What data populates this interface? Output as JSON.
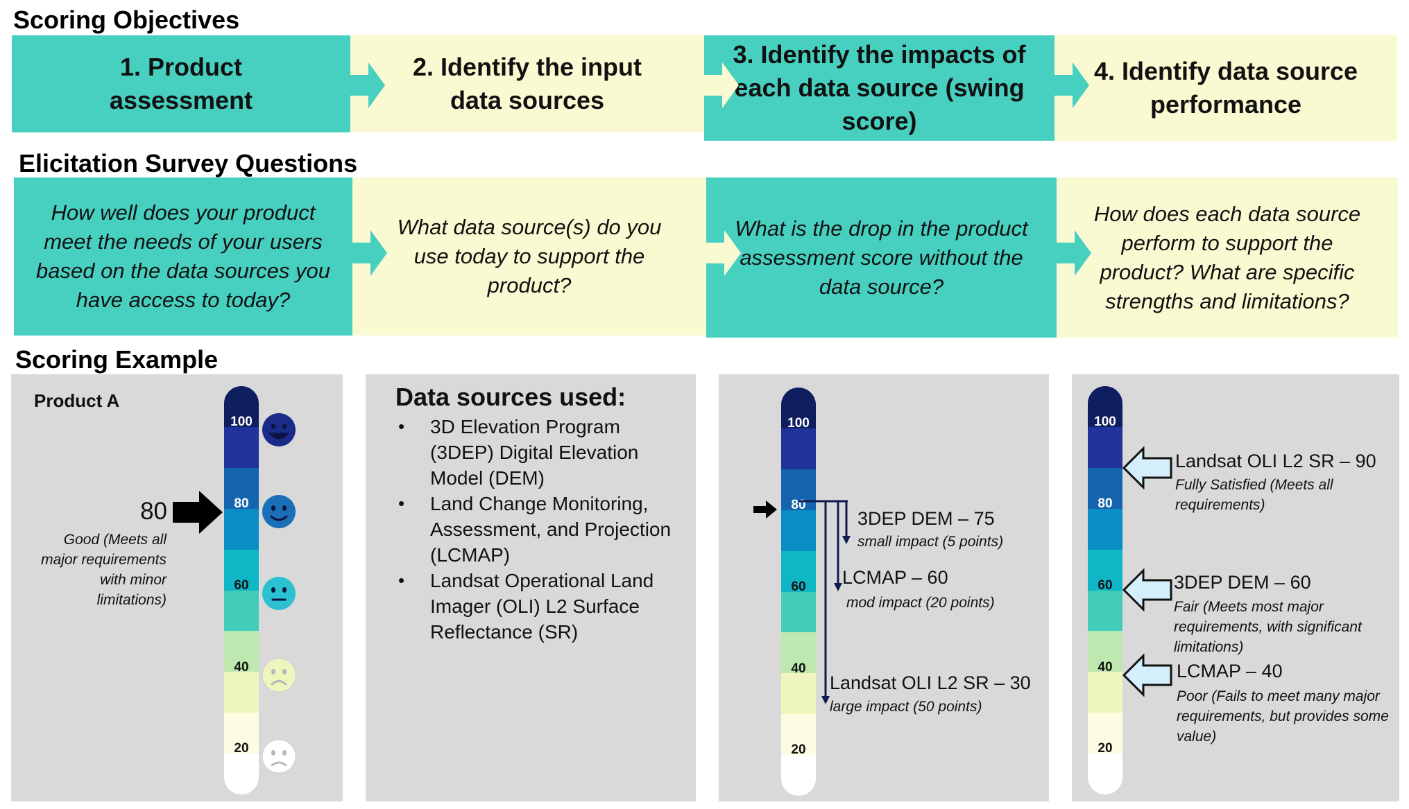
{
  "sections": {
    "objectives_title": "Scoring Objectives",
    "questions_title": "Elicitation Survey Questions",
    "example_title": "Scoring Example"
  },
  "objectives": [
    "1. Product assessment",
    "2. Identify the input data sources",
    "3. Identify the impacts of each data source (swing score)",
    "4. Identify data source performance"
  ],
  "questions": [
    "How well does your product meet the needs of your users based on the data sources you have access to today?",
    "What data source(s) do you use today to support the product?",
    "What is the drop in the product assessment score without the data source?",
    "How does each data source perform to support the product? What are specific strengths and limitations?"
  ],
  "scale": {
    "ticks": [
      "100",
      "80",
      "60",
      "40",
      "20"
    ],
    "colors": [
      "#0e1e5e",
      "#1f339a",
      "#1565ae",
      "#0a8cc4",
      "#0fb6c6",
      "#42cdb8",
      "#bde8b0",
      "#eef6bd",
      "#fcfce2",
      "#ffffff"
    ],
    "faces": [
      {
        "icon": "very-happy-face-icon",
        "color": "#1a2b8a"
      },
      {
        "icon": "happy-face-icon",
        "color": "#1a6fb8"
      },
      {
        "icon": "neutral-face-icon",
        "color": "#2cc1d0"
      },
      {
        "icon": "sad-face-icon",
        "color": "#eef6bd"
      },
      {
        "icon": "worried-face-icon",
        "color": "#ffffff"
      }
    ]
  },
  "panel1": {
    "product_name": "Product A",
    "score": "80",
    "score_text": "Good (Meets all major requirements with minor limitations)"
  },
  "panel2": {
    "title": "Data sources used:",
    "items": [
      "3D Elevation Program (3DEP) Digital Elevation Model (DEM)",
      "Land Change Monitoring, Assessment, and Projection (LCMAP)",
      "Landsat Operational Land Imager (OLI) L2 Surface Reflectance (SR)"
    ]
  },
  "panel3": {
    "impacts": [
      {
        "name": "3DEP DEM – 75",
        "note": "small impact (5 points)",
        "value": 75
      },
      {
        "name": "LCMAP – 60",
        "note": "mod impact (20 points)",
        "value": 60
      },
      {
        "name": "Landsat OLI L2 SR – 30",
        "note": "large impact (50 points)",
        "value": 30
      }
    ]
  },
  "panel4": {
    "performance": [
      {
        "name": "Landsat OLI L2 SR – 90",
        "note": "Fully Satisfied (Meets all requirements)",
        "value": 90
      },
      {
        "name": "3DEP DEM – 60",
        "note": "Fair (Meets most major requirements, with significant limitations)",
        "value": 60
      },
      {
        "name": "LCMAP – 40",
        "note": "Poor (Fails to meet many major requirements, but provides some value)",
        "value": 40
      }
    ]
  }
}
